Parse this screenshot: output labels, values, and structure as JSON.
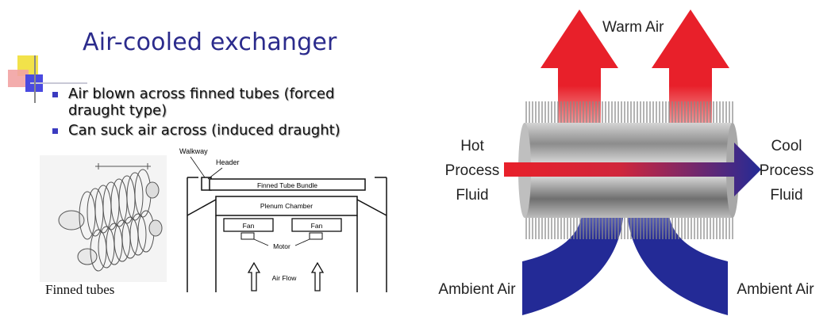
{
  "slide": {
    "title": "Air-cooled exchanger",
    "bullets": [
      "Air blown across finned tubes (forced draught type)",
      "Can suck air across (induced draught)"
    ],
    "finned_caption": "Finned tubes"
  },
  "schematic": {
    "walkway": "Walkway",
    "header": "Header",
    "bundle": "Finned Tube Bundle",
    "plenum": "Plenum Chamber",
    "fan_left": "Fan",
    "fan_right": "Fan",
    "motor": "Motor",
    "airflow": "Air Flow"
  },
  "illustration": {
    "warm_air": "Warm Air",
    "hot_process_fluid": [
      "Hot",
      "Process",
      "Fluid"
    ],
    "cool_process_fluid": [
      "Cool",
      "Process",
      "Fluid"
    ],
    "ambient_air_left": "Ambient Air",
    "ambient_air_right": "Ambient Air",
    "colors": {
      "warm": "#e8202a",
      "cool": "#232a96",
      "tube": "#9a9a9a"
    }
  }
}
